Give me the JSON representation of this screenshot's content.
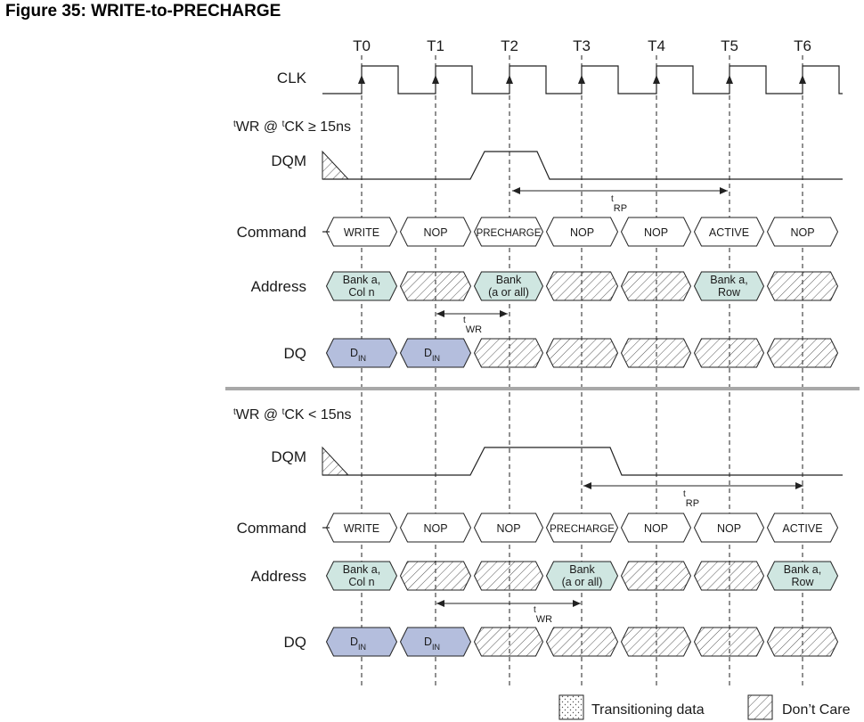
{
  "figure_title": "Figure 35: WRITE-to-PRECHARGE",
  "clock_labels": [
    "T0",
    "T1",
    "T2",
    "T3",
    "T4",
    "T5",
    "T6"
  ],
  "signal_labels": {
    "clk": "CLK",
    "dqm": "DQM",
    "command": "Command",
    "address": "Address",
    "dq": "DQ"
  },
  "timing": {
    "t_prefix": "t",
    "wr": "WR",
    "rp": "RP",
    "ck": "CK"
  },
  "sections": [
    {
      "condition_tail": "≥ 15ns",
      "commands": [
        "WRITE",
        "NOP",
        "PRECHARGE",
        "NOP",
        "NOP",
        "ACTIVE",
        "NOP"
      ],
      "address": [
        {
          "line1": "Bank a,",
          "line2": "Col n"
        },
        null,
        {
          "line1": "Bank",
          "line2": "(a or all)"
        },
        null,
        null,
        {
          "line1": "Bank a,",
          "line2": "Row"
        },
        null
      ],
      "dq": [
        "D",
        "D",
        null,
        null,
        null,
        null,
        null
      ],
      "dq_sub": "IN"
    },
    {
      "condition_tail": "< 15ns",
      "commands": [
        "WRITE",
        "NOP",
        "NOP",
        "PRECHARGE",
        "NOP",
        "NOP",
        "ACTIVE"
      ],
      "address": [
        {
          "line1": "Bank a,",
          "line2": "Col n"
        },
        null,
        null,
        {
          "line1": "Bank",
          "line2": "(a or all)"
        },
        null,
        null,
        {
          "line1": "Bank a,",
          "line2": "Row"
        }
      ],
      "dq": [
        "D",
        "D",
        null,
        null,
        null,
        null,
        null
      ],
      "dq_sub": "IN"
    }
  ],
  "legend": {
    "transitioning": "Transitioning data",
    "dont_care": "Don’t Care"
  },
  "colors": {
    "address_fill": "#cfe6e1",
    "dq_fill": "#b4bedd",
    "divider": "#a8a8a8"
  }
}
